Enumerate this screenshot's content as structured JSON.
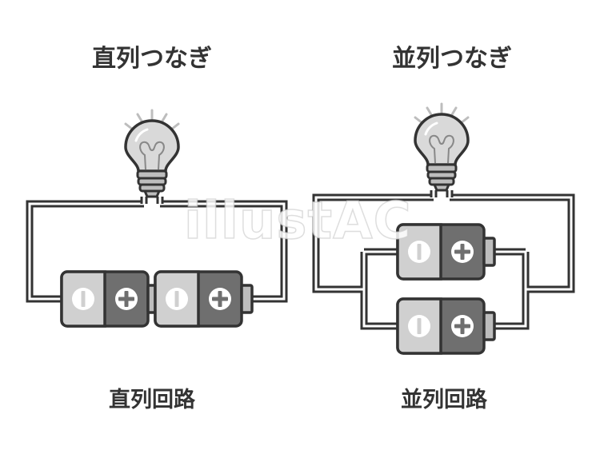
{
  "titles": {
    "series": "直列つなぎ",
    "parallel": "並列つなぎ"
  },
  "captions": {
    "series": "直列回路",
    "parallel": "並列回路"
  },
  "watermark": "illustAC",
  "colors": {
    "outline": "#333333",
    "wire_fill": "#ffffff",
    "battery_light": "#d0d0d0",
    "battery_dark": "#6f6f6f",
    "bulb_glass": "#d9d9d9",
    "rays": "#bdbdbd"
  },
  "icons": [
    "light-bulb-icon",
    "battery-icon",
    "plus-icon",
    "minus-icon"
  ]
}
